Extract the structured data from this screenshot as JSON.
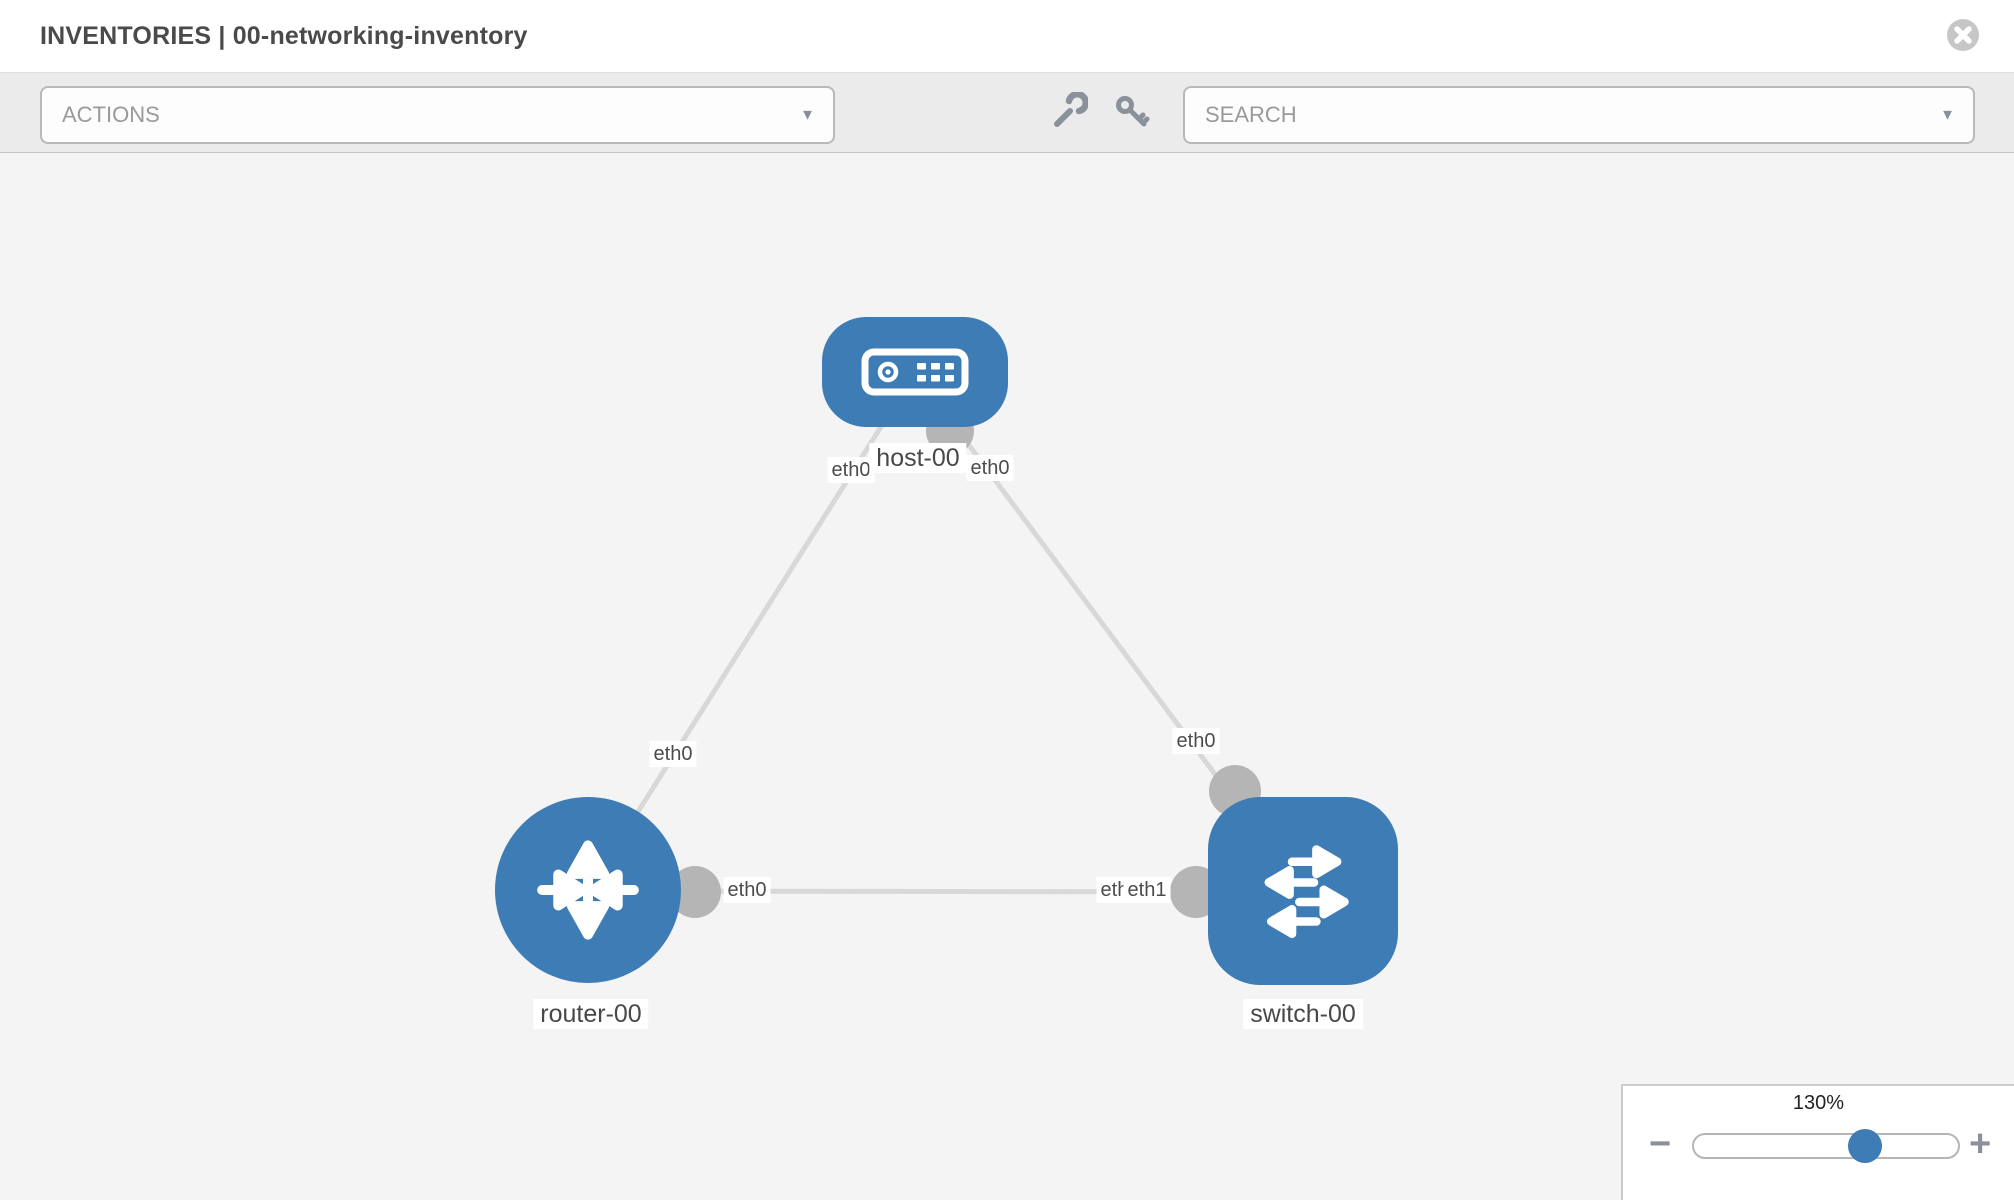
{
  "header": {
    "title": "INVENTORIES | 00-networking-inventory"
  },
  "toolbar": {
    "actions_placeholder": "ACTIONS",
    "search_placeholder": "SEARCH",
    "icons": [
      "wrench-icon",
      "key-icon"
    ]
  },
  "topology": {
    "nodes": [
      {
        "id": "host-00",
        "type": "host",
        "label": "host-00"
      },
      {
        "id": "router-00",
        "type": "router",
        "label": "router-00"
      },
      {
        "id": "switch-00",
        "type": "switch",
        "label": "switch-00"
      }
    ],
    "links": [
      {
        "from": "host-00",
        "from_interface": "eth0",
        "to": "router-00",
        "to_interface": "eth0"
      },
      {
        "from": "host-00",
        "from_interface": "eth0",
        "to": "switch-00",
        "to_interface": "eth0"
      },
      {
        "from": "router-00",
        "from_interface": "eth0",
        "to": "switch-00",
        "to_interface": "eth1"
      }
    ],
    "chips": [
      {
        "text": "eth0"
      },
      {
        "text": "eth0"
      },
      {
        "text": "eth0"
      },
      {
        "text": "eth0"
      },
      {
        "text": "eth0"
      },
      {
        "text": "eth0"
      },
      {
        "text": "eth1"
      }
    ]
  },
  "zoom_control": {
    "percent_label": "130%",
    "percent": 130,
    "minus_label": "−",
    "plus_label": "+"
  },
  "colors": {
    "node_blue": "#3d7cb5",
    "link_gray": "#d8d8d8",
    "interface_gray": "#b5b5b5",
    "title_text": "#4a4a4a",
    "toolbar_bg": "#ebebeb",
    "canvas_bg": "#f4f4f4"
  }
}
